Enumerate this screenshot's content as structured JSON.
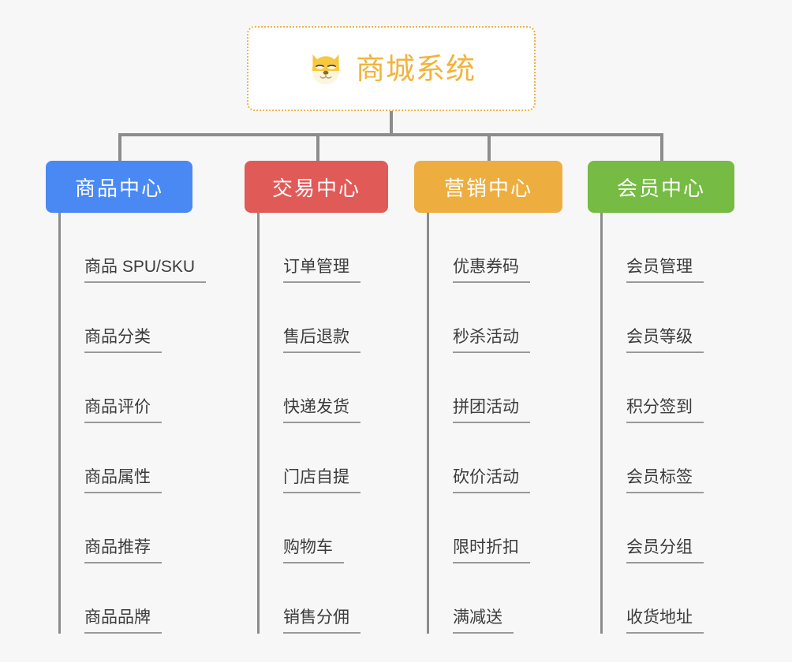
{
  "root": {
    "title": "商城系统",
    "icon": "shiba-dog-face-icon",
    "accent_color": "#f2b33d",
    "border_color": "#eeb14a",
    "background": "#ffffff"
  },
  "canvas": {
    "background": "#f7f7f7",
    "connector_color": "#8c8c8c"
  },
  "branches": [
    {
      "label": "商品中心",
      "color": "#4a89f3",
      "items": [
        {
          "label": "商品 SPU/SKU"
        },
        {
          "label": "商品分类"
        },
        {
          "label": "商品评价"
        },
        {
          "label": "商品属性"
        },
        {
          "label": "商品推荐"
        },
        {
          "label": "商品品牌"
        }
      ]
    },
    {
      "label": "交易中心",
      "color": "#e05a58",
      "items": [
        {
          "label": "订单管理"
        },
        {
          "label": "售后退款"
        },
        {
          "label": "快递发货"
        },
        {
          "label": "门店自提"
        },
        {
          "label": "购物车"
        },
        {
          "label": "销售分佣"
        }
      ]
    },
    {
      "label": "营销中心",
      "color": "#edae3f",
      "items": [
        {
          "label": "优惠券码"
        },
        {
          "label": "秒杀活动"
        },
        {
          "label": "拼团活动"
        },
        {
          "label": "砍价活动"
        },
        {
          "label": "限时折扣"
        },
        {
          "label": "满减送"
        }
      ]
    },
    {
      "label": "会员中心",
      "color": "#76bb43",
      "items": [
        {
          "label": "会员管理"
        },
        {
          "label": "会员等级"
        },
        {
          "label": "积分签到"
        },
        {
          "label": "会员标签"
        },
        {
          "label": "会员分组"
        },
        {
          "label": "收货地址"
        }
      ]
    }
  ]
}
